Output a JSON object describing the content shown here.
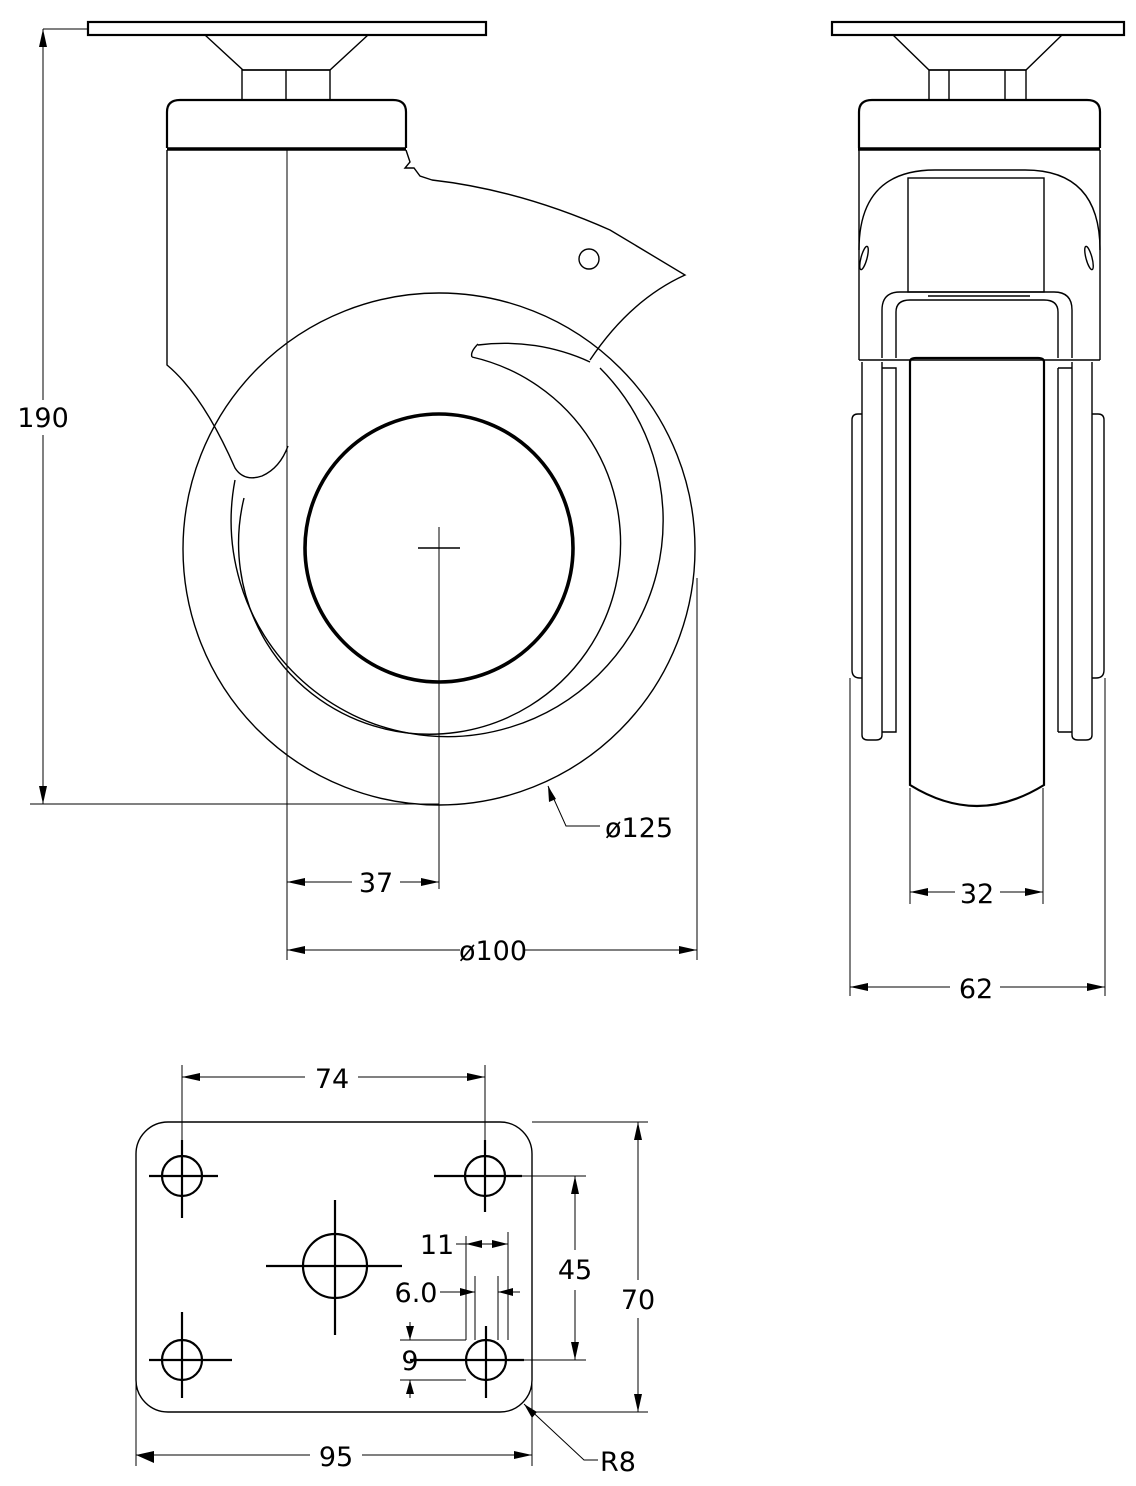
{
  "dimensions": {
    "height_190": "190",
    "dia_125": "ø125",
    "offset_37": "37",
    "dia_100": "ø100",
    "width_32": "32",
    "width_62": "62",
    "plate_74": "74",
    "plate_45": "45",
    "plate_70": "70",
    "slot_11": "11",
    "slot_6": "6.0",
    "slot_9": "9",
    "plate_95": "95",
    "radius_r8": "R8"
  }
}
